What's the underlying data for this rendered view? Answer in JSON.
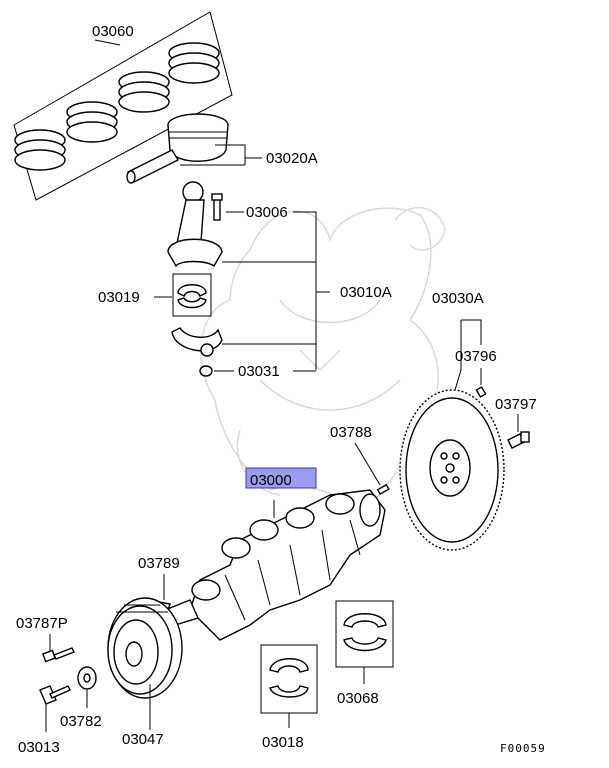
{
  "labels": {
    "piston_ring_set": "03060",
    "piston": "03020A",
    "conrod_bolt": "03006",
    "conrod_assembly": "03010A",
    "upper_bearing": "03019",
    "lower_bearing": "03031",
    "flywheel": "03030A",
    "flywheel_dowel": "03796",
    "flywheel_bolt": "03797",
    "crank_pin": "03788",
    "crankshaft": "03000",
    "pulley_key": "03789",
    "pulley_bolt_small": "03787P",
    "pulley_washer": "03782",
    "pulley_bolt": "03013",
    "crank_pulley": "03047",
    "main_bearing_lower": "03018",
    "main_bearing_upper": "03068"
  },
  "figure_code": "F00059",
  "colors": {
    "highlight_fill": "#9b9bf0",
    "highlight_stroke": "#3a3ab0",
    "watermark": "#d9d9d9"
  }
}
